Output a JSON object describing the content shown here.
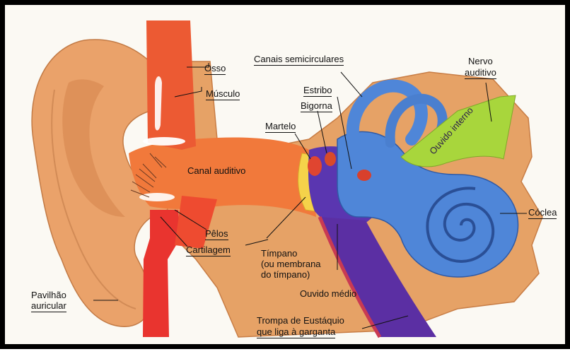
{
  "labels": {
    "osso": "Osso",
    "musculo": "Músculo",
    "canais": "Canais  semicirculares",
    "nervo_l1": "Nervo",
    "nervo_l2": "auditivo",
    "estribo": "Estribo",
    "bigorna": "Bigorna",
    "martelo": "Martelo",
    "ouvido_interno": "Ouvido interno",
    "canal_auditivo": "Canal auditivo",
    "coclea": "Cóclea",
    "pelos": "Pêlos",
    "cartilagem": "Cartilagem",
    "timpano_l1": "Tímpano",
    "timpano_l2": "(ou membrana",
    "timpano_l3": "do tímpano)",
    "ouvido_medio": "Ouvido médio",
    "pavilhao_l1": "Pavilhão",
    "pavilhao_l2": "auricular",
    "trompa_l1": "Trompa de Eustáquio",
    "trompa_l2": "que liga à  garganta"
  },
  "colors": {
    "skin": "#e9a168",
    "skin_dark": "#cf7d45",
    "bone_orange": "#f27a3a",
    "artery_red": "#ea3a34",
    "inner_ear_blue": "#4f86d8",
    "nerve_green": "#a8d63c",
    "eustachian_purple": "#5b2fa3",
    "ossicle_red": "#e04530",
    "frame": "#000000"
  }
}
